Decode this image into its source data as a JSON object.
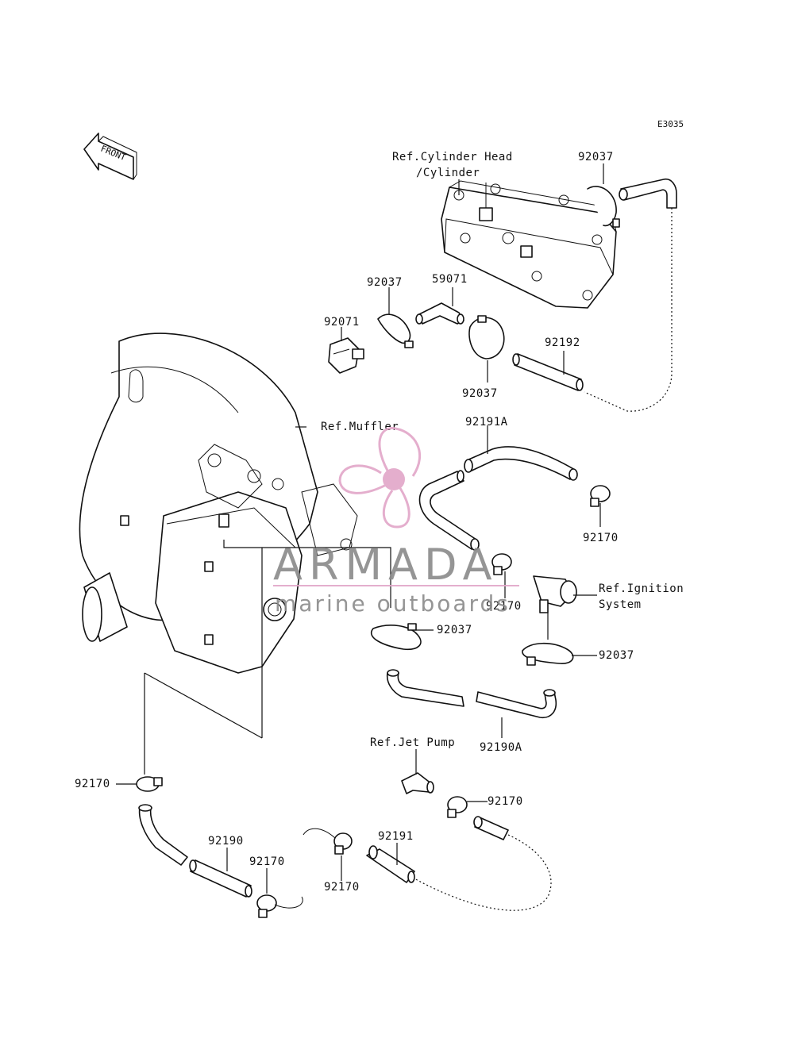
{
  "diagram_code": "E3035",
  "front_label": "FRONT",
  "callouts": {
    "ref_cyl_head_1": "Ref.Cylinder Head",
    "ref_cyl_head_2": "/Cylinder",
    "p92037_top": "92037",
    "p92037_left": "92037",
    "p59071": "59071",
    "p92071": "92071",
    "p92192": "92192",
    "p92037_mid": "92037",
    "ref_muffler": "Ref.Muffler",
    "p92191A": "92191A",
    "p92170_right": "92170",
    "p92170_center": "92170",
    "ref_ignition_1": "Ref.Ignition",
    "ref_ignition_2": "System",
    "p92037_c": "92037",
    "p92037_r": "92037",
    "p92190A": "92190A",
    "ref_jet_pump": "Ref.Jet Pump",
    "p92170_jet": "92170",
    "p92170_left": "92170",
    "p92190": "92190",
    "p92170_low": "92170",
    "p92191": "92191",
    "p92170_bot": "92170"
  },
  "watermark": {
    "brand": "ARMADA",
    "tagline": "marine outboards",
    "logo_color": "#e2a6c8",
    "text_color": "#8a8a8a"
  }
}
